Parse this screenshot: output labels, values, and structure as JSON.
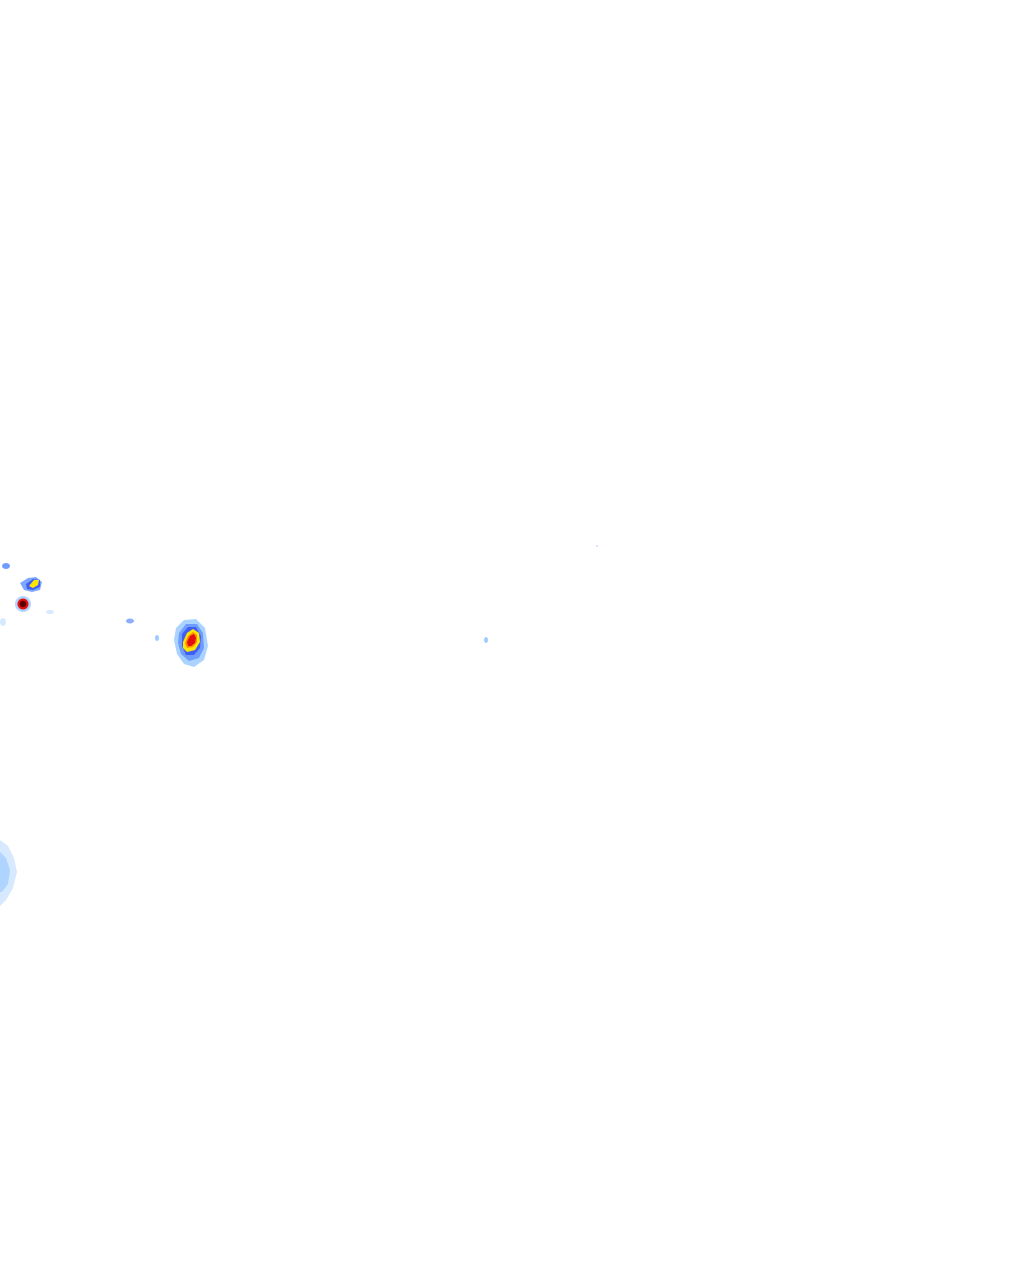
{
  "map": {
    "kind": "weather-radar-overlay",
    "background_color": "#ffffff",
    "legend_visible": false,
    "labels_visible": false
  },
  "precipitation_colors": {
    "very_light": "#d6e9ff",
    "light": "#9ccbff",
    "moderate": "#6f9cff",
    "heavy": "#3f5ef2",
    "very_heavy": "#ffe600",
    "intense": "#ff8a00",
    "extreme": "#e01010",
    "core": "#5a0000"
  },
  "cells": [
    {
      "name": "main-storm-cell",
      "intensity_levels": [
        "light",
        "moderate",
        "heavy",
        "very_heavy",
        "intense",
        "extreme"
      ]
    },
    {
      "name": "northwest-small-cell",
      "intensity_levels": [
        "moderate",
        "heavy",
        "very_heavy"
      ]
    },
    {
      "name": "northwest-core-cell",
      "intensity_levels": [
        "light",
        "extreme",
        "core"
      ]
    },
    {
      "name": "southwest-light-area",
      "intensity_levels": [
        "very_light",
        "light"
      ]
    },
    {
      "name": "scattered-echoes",
      "intensity_levels": [
        "very_light",
        "light",
        "moderate"
      ]
    }
  ]
}
